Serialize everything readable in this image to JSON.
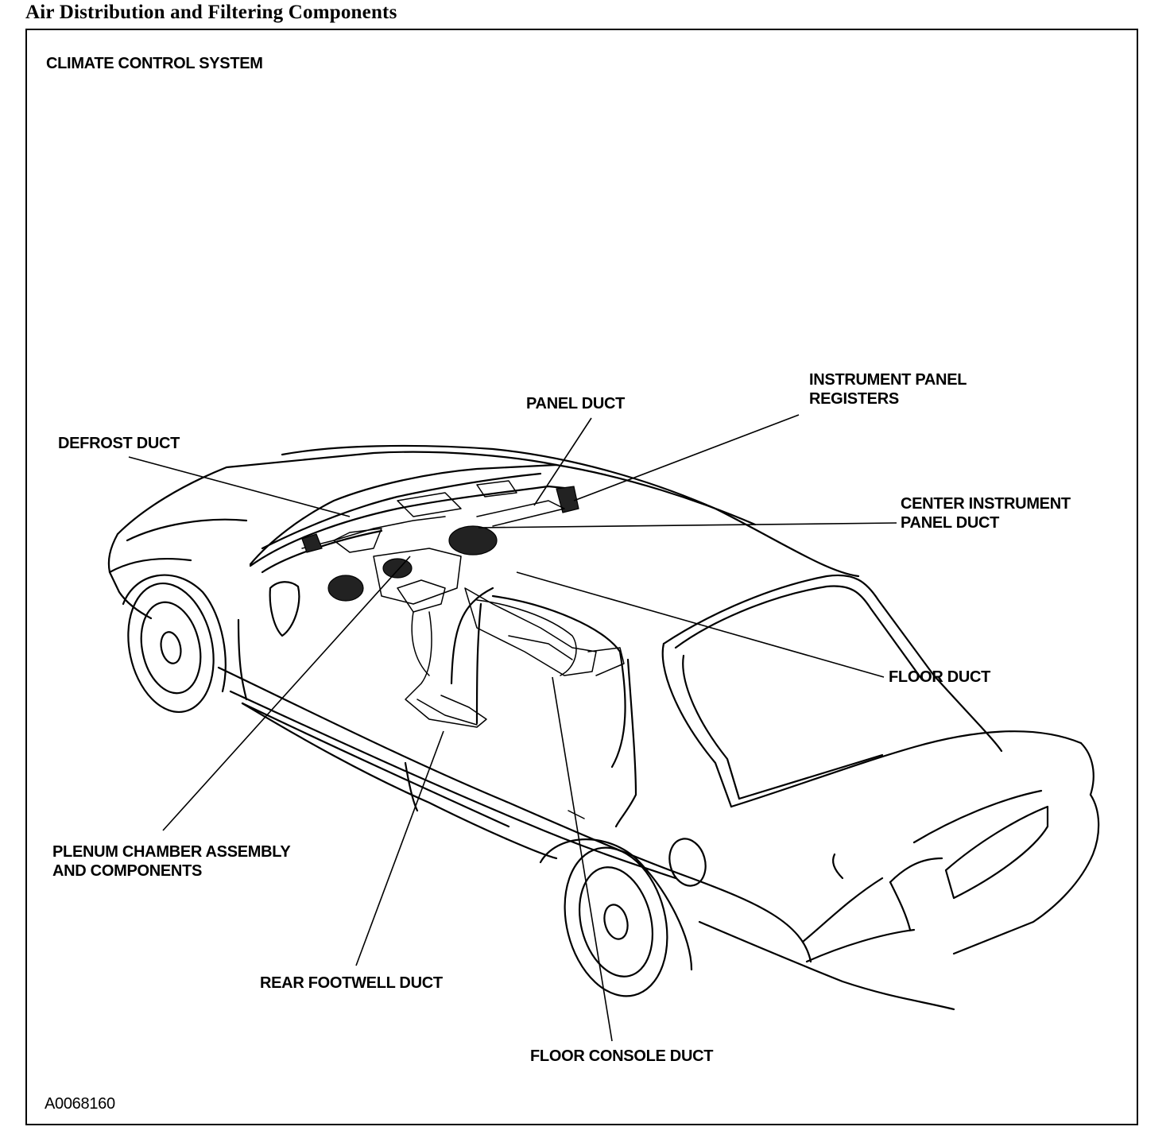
{
  "header": {
    "title": "Air Distribution and Filtering Components"
  },
  "figure": {
    "caption": "CLIMATE CONTROL SYSTEM",
    "id": "A0068160",
    "callouts": {
      "instrument_panel_registers": [
        "INSTRUMENT PANEL",
        "REGISTERS"
      ],
      "panel_duct": "PANEL DUCT",
      "defrost_duct": "DEFROST DUCT",
      "center_instrument_panel_duct": [
        "CENTER INSTRUMENT",
        "PANEL DUCT"
      ],
      "floor_duct": "FLOOR DUCT",
      "plenum_chamber": [
        "PLENUM CHAMBER ASSEMBLY",
        "AND COMPONENTS"
      ],
      "rear_footwell_duct": "REAR FOOTWELL DUCT",
      "floor_console_duct": "FLOOR CONSOLE DUCT"
    }
  }
}
